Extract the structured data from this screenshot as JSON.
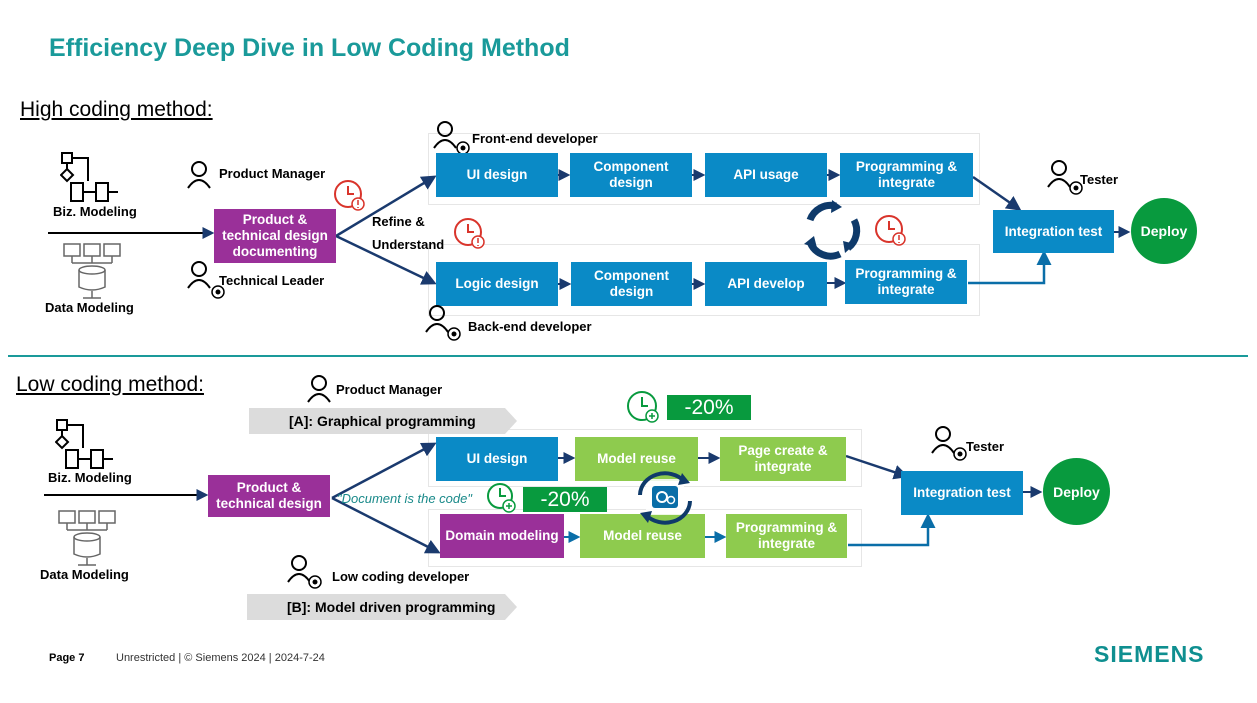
{
  "title": "Efficiency Deep Dive in Low Coding Method",
  "high": {
    "heading": "High coding method:",
    "biz_modeling": "Biz. Modeling",
    "data_modeling": "Data Modeling",
    "product_manager": "Product Manager",
    "technical_leader": "Technical Leader",
    "frontend_dev": "Front-end developer",
    "backend_dev": "Back-end developer",
    "tester": "Tester",
    "pm_box": "Product & technical design documenting",
    "refine": "Refine &",
    "understand": "Understand",
    "front_steps": [
      "UI design",
      "Component design",
      "API usage",
      "Programming & integrate"
    ],
    "back_steps": [
      "Logic design",
      "Component design",
      "API develop",
      "Programming & integrate"
    ],
    "integration": "Integration test",
    "deploy": "Deploy"
  },
  "low": {
    "heading": "Low coding method:",
    "biz_modeling": "Biz. Modeling",
    "data_modeling": "Data Modeling",
    "product_manager": "Product Manager",
    "low_dev": "Low coding developer",
    "tester": "Tester",
    "chevron_a": "[A]: Graphical programming",
    "chevron_b": "[B]: Model driven programming",
    "pm_box": "Product & technical design",
    "doc_code": "\"Document is the code\"",
    "badge1": "-20%",
    "badge2": "-20%",
    "top_steps": [
      "UI design",
      "Model reuse",
      "Page create & integrate"
    ],
    "bottom_steps": [
      "Domain modeling",
      "Model reuse",
      "Programming & integrate"
    ],
    "integration": "Integration test",
    "deploy": "Deploy"
  },
  "footer": {
    "page": "Page 7",
    "info": "Unrestricted | © Siemens 2024 | 2024-7-24",
    "logo": "SIEMENS"
  },
  "colors": {
    "accent": "#1a9a9a",
    "blue": "#0a8ac6",
    "green_box": "#8ecb4e",
    "purple": "#9a3099",
    "deploy_green": "#089a3e",
    "clock_red": "#d9342b"
  }
}
